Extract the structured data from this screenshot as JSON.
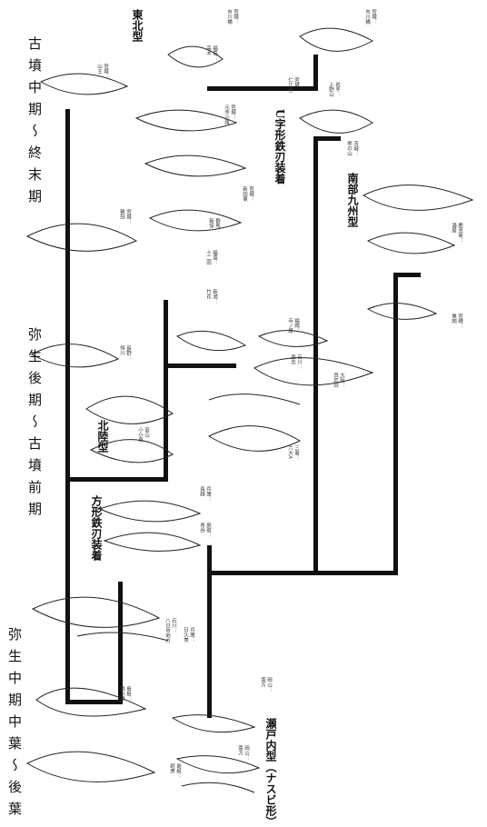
{
  "periods": {
    "yayoi_middle": "弥生中期中葉～後葉",
    "yayoi_late_kofun_early": "弥生後期～古墳前期",
    "kofun_middle_late": "古墳中期～終末期"
  },
  "types": {
    "setonaikai": "瀬戸内型（ナスビ形）",
    "hokuriku": "北陸型",
    "square_iron_blade": "方形鉄刃装着",
    "u_iron_blade": "U字形鉄刃装着",
    "southern_kyushu": "南部九州型",
    "tohoku": "東北型"
  },
  "sites": [
    {
      "id": "s1",
      "text": "宮城：\n市川橋"
    },
    {
      "id": "s2",
      "text": "宮城：\n山王"
    },
    {
      "id": "s3",
      "text": "宮城：\n市川橋"
    },
    {
      "id": "s4",
      "text": "福島：\n高木"
    },
    {
      "id": "s5",
      "text": "岩手：\n上野山"
    },
    {
      "id": "s6",
      "text": "宮城：\n仁江谷"
    },
    {
      "id": "s7",
      "text": "宮城：\n元寺小路"
    },
    {
      "id": "s8",
      "text": "宮城：\n新田東"
    },
    {
      "id": "s9",
      "text": "茨城：\n熊の山"
    },
    {
      "id": "s10",
      "text": "福島：\n十二田"
    },
    {
      "id": "s11",
      "text": "宮城：\n鶴田"
    },
    {
      "id": "s12",
      "text": "群馬：\n新保"
    },
    {
      "id": "s13",
      "text": "新潟：\n竹花"
    },
    {
      "id": "s14",
      "text": "鹿児島：\n湯屋"
    },
    {
      "id": "s15",
      "text": "宮崎：\n巣岡"
    },
    {
      "id": "s16",
      "text": "長野：\n恒川"
    },
    {
      "id": "s17",
      "text": "福岡：\n寺ノ尾"
    },
    {
      "id": "s18",
      "text": "石川：\n西念"
    },
    {
      "id": "s19",
      "text": "大阪：\n西岩田"
    },
    {
      "id": "s20",
      "text": "富山：\n小小泉"
    },
    {
      "id": "s21",
      "text": "三重：\n六大A"
    },
    {
      "id": "s22",
      "text": "兵庫：\n長越"
    },
    {
      "id": "s23",
      "text": "鳥取：\n青谷"
    },
    {
      "id": "s24",
      "text": "石川：\n八日市地方"
    },
    {
      "id": "s25",
      "text": "兵庫：\n日久美"
    },
    {
      "id": "s26",
      "text": "島根：\n西川津"
    },
    {
      "id": "s27",
      "text": "岡山：\n南方"
    },
    {
      "id": "s28",
      "text": "岡山：\n南方"
    },
    {
      "id": "s29",
      "text": "島根：\n姫原"
    }
  ]
}
